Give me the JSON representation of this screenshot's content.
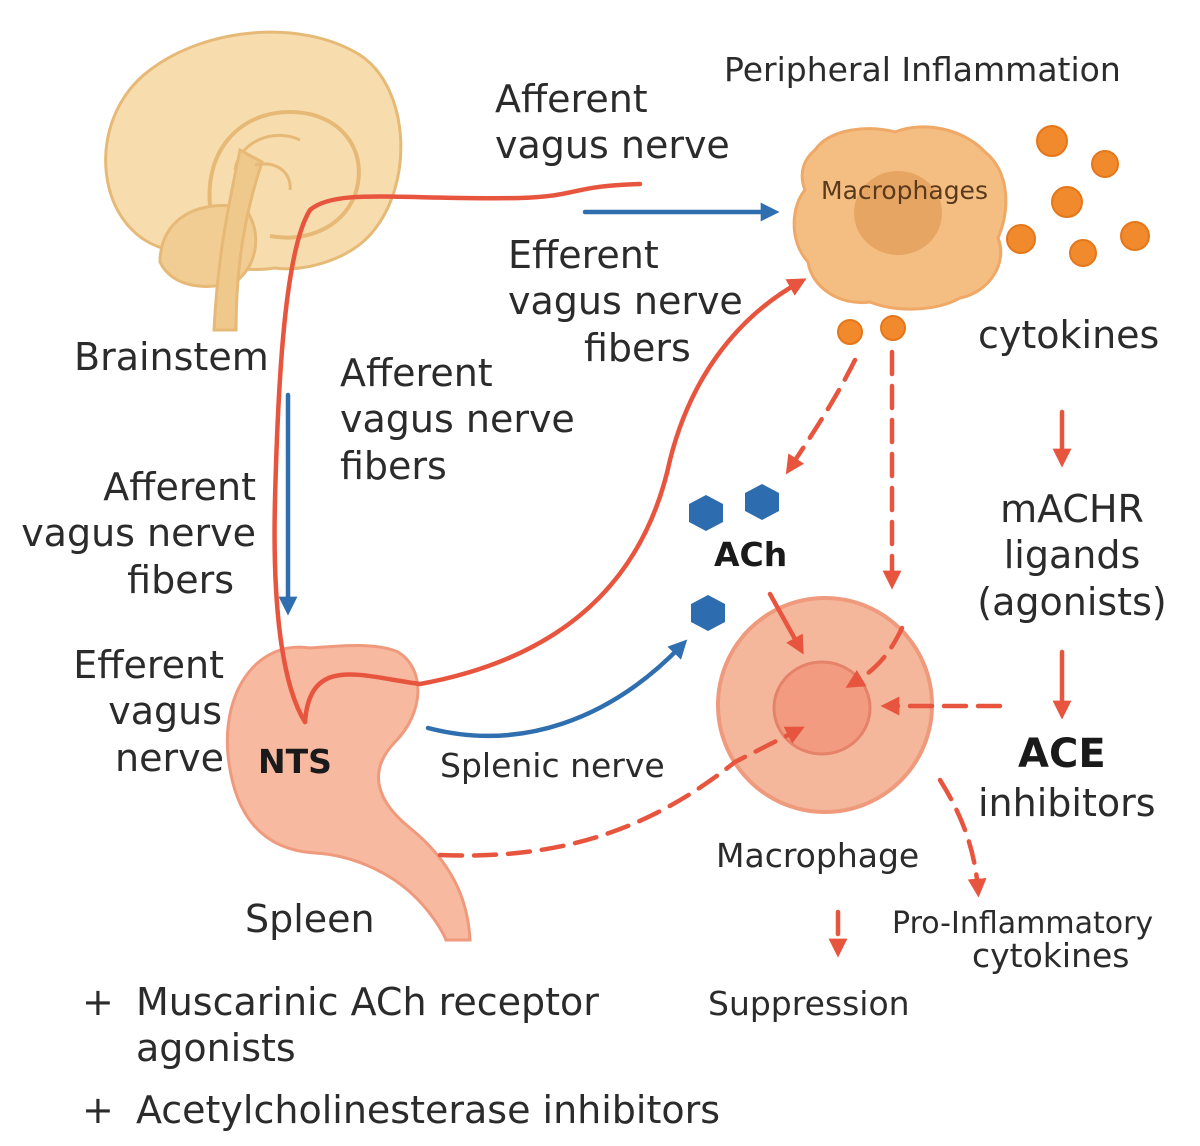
{
  "labels": {
    "peripheral_inflammation": "Peripheral Inflammation",
    "afferent_top": [
      "Afferent",
      "vagus nerve"
    ],
    "efferent_fibers_top": [
      "Efferent",
      "vagus nerve",
      "fibers"
    ],
    "macrophages": "Macrophages",
    "cytokines": "cytokines",
    "brainstem": "Brainstem",
    "afferent_fibers_mid": [
      "Afferent",
      "vagus nerve",
      "fibers"
    ],
    "afferent_fibers_left": [
      "Afferent",
      "vagus nerve",
      "fibers"
    ],
    "efferent_left": [
      "Efferent",
      "vagus",
      "nerve"
    ],
    "nts": "NTS",
    "ach": "ACh",
    "splenic_nerve": "Splenic nerve",
    "machr": [
      "mACHR",
      "ligands",
      "(agonists)"
    ],
    "ace": "ACE",
    "ace_inhibitors": "inhibitors",
    "macrophage": "Macrophage",
    "pro_inflammatory": "Pro-Inflammatory",
    "pro_cytokines": "cytokines",
    "suppression": "Suppression",
    "spleen": "Spleen"
  },
  "bullets": [
    {
      "marker": "+",
      "lines": [
        "Muscarinic ACh receptor",
        "agonists"
      ]
    },
    {
      "marker": "+",
      "lines": [
        "Acetylcholinesterase inhibitors"
      ]
    }
  ],
  "colors": {
    "red": "#e8553f",
    "blue": "#2f6fb0",
    "brain": "#f7dcae",
    "brain_dark": "#efc98c",
    "spleen": "#f7b9a0",
    "macrophage_cell": "#f5b79c",
    "inflam_cell": "#f4be82",
    "cytokine": "#f08a2c",
    "ach": "#2d6cae"
  }
}
